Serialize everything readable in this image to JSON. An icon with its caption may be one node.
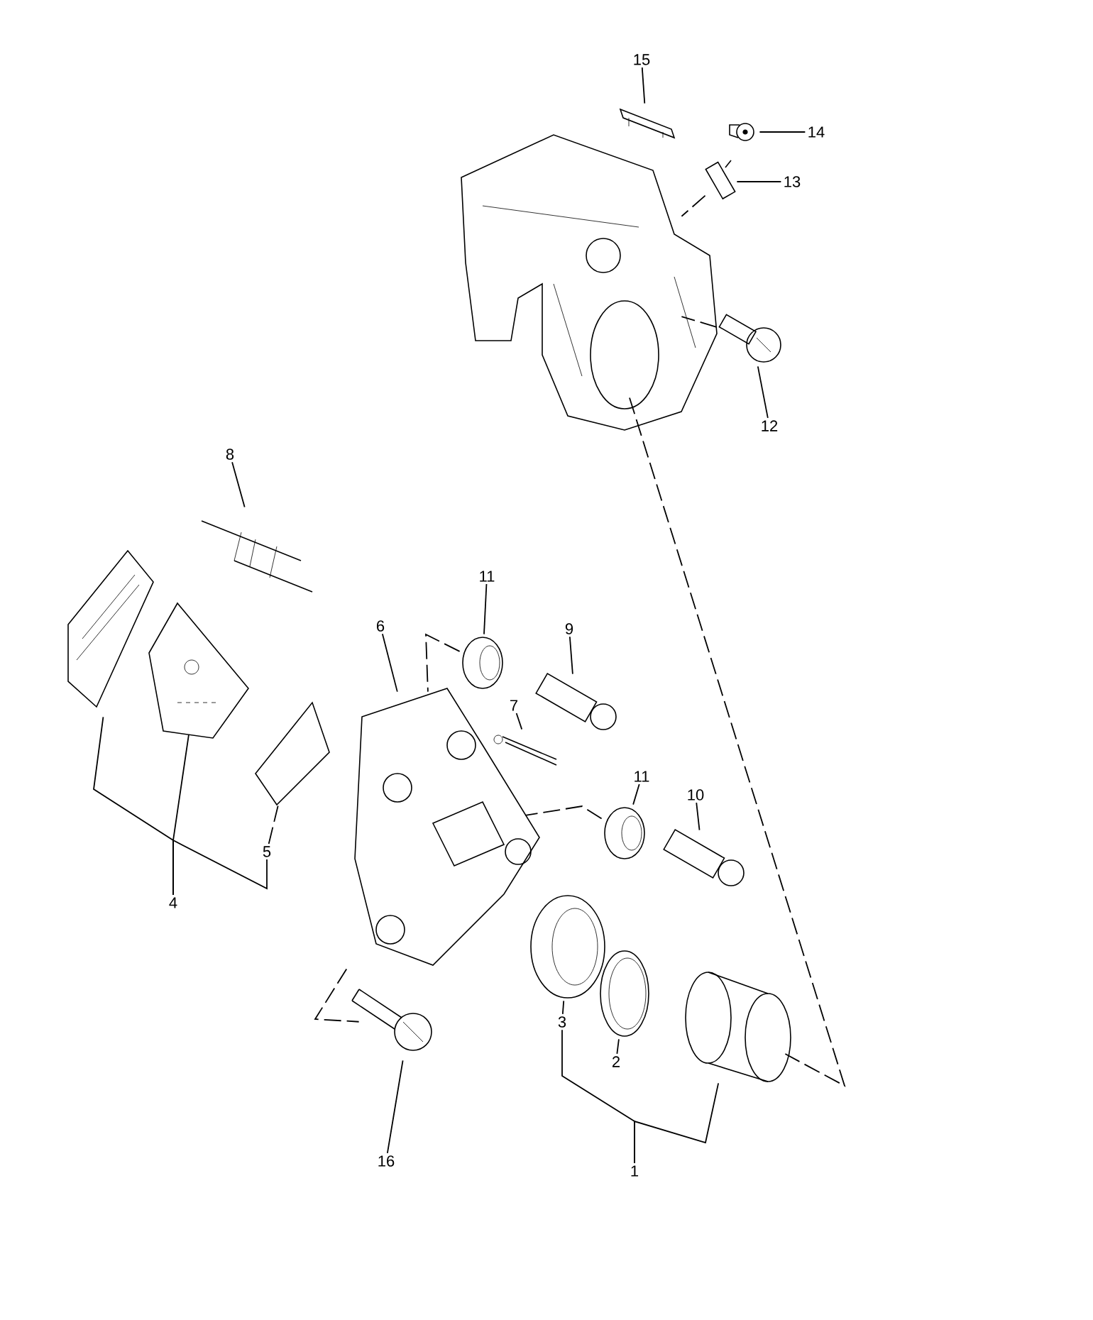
{
  "diagram": {
    "nodes": [
      {
        "text": [
          "15"
        ]
      },
      {
        "text": [
          "14"
        ]
      },
      {
        "text": [
          "13"
        ]
      },
      {
        "text": [
          "12"
        ]
      },
      {
        "text": [
          "8"
        ]
      },
      {
        "text": [
          "11"
        ]
      },
      {
        "text": [
          "6"
        ]
      },
      {
        "text": [
          "9"
        ]
      },
      {
        "text": [
          "7"
        ]
      },
      {
        "text": [
          "11"
        ]
      },
      {
        "text": [
          "10"
        ]
      },
      {
        "text": [
          "4"
        ]
      },
      {
        "text": [
          "5"
        ]
      },
      {
        "text": [
          "3"
        ]
      },
      {
        "text": [
          "2"
        ]
      },
      {
        "text": [
          "16"
        ]
      },
      {
        "text": [
          "1"
        ]
      },
      {
        "text": [],
        "shape": "picture"
      },
      {
        "text": [],
        "shape": "picture"
      },
      {
        "text": [],
        "shape": "picture"
      },
      {
        "text": [],
        "shape": "picture"
      },
      {
        "text": [],
        "shape": "picture"
      },
      {
        "text": [],
        "shape": "picture"
      },
      {
        "text": [],
        "shape": "picture"
      },
      {
        "text": [],
        "shape": "picture"
      },
      {
        "text": [],
        "shape": "picture"
      },
      {
        "text": [],
        "shape": "picture"
      },
      {
        "text": [],
        "shape": "picture"
      },
      {
        "text": [],
        "shape": "picture"
      },
      {
        "text": [],
        "shape": "picture"
      },
      {
        "text": [],
        "shape": "picture"
      },
      {
        "text": [],
        "shape": "picture"
      },
      {
        "text": [],
        "shape": "picture"
      },
      {
        "text": [],
        "shape": "picture"
      },
      {
        "text": [],
        "shape": "picture"
      },
      {
        "text": [],
        "shape": "picture"
      }
    ],
    "edges": [
      {
        "from": 0,
        "to": 19,
        "arrow": "none"
      },
      {
        "from": 1,
        "to": 20,
        "arrow": "none"
      },
      {
        "from": 2,
        "to": 21,
        "arrow": "none"
      },
      {
        "from": 3,
        "to": 22,
        "arrow": "none"
      },
      {
        "from": 4,
        "to": 17,
        "arrow": "none"
      },
      {
        "from": 5,
        "to": 27,
        "arrow": "none"
      },
      {
        "from": 6,
        "to": 26,
        "arrow": "none"
      },
      {
        "from": 7,
        "to": 28,
        "arrow": "none"
      },
      {
        "from": 8,
        "to": 29,
        "arrow": "none"
      },
      {
        "from": 9,
        "to": 30,
        "arrow": "none"
      },
      {
        "from": 10,
        "to": 31,
        "arrow": "none"
      },
      {
        "from": 11,
        "to": 23,
        "arrow": "none"
      },
      {
        "from": 11,
        "to": 24,
        "arrow": "none"
      },
      {
        "from": 11,
        "to": 12,
        "arrow": "none"
      },
      {
        "from": 12,
        "to": 25,
        "arrow": "none",
        "style": "dashed"
      },
      {
        "from": 13,
        "to": 32,
        "arrow": "none"
      },
      {
        "from": 14,
        "to": 33,
        "arrow": "none"
      },
      {
        "from": 15,
        "to": 35,
        "arrow": "none"
      },
      {
        "from": 16,
        "to": 13,
        "arrow": "none"
      },
      {
        "from": 16,
        "to": 34,
        "arrow": "none"
      },
      {
        "from": 18,
        "to": 34,
        "arrow": "none",
        "style": "dashed"
      },
      {
        "from": 26,
        "to": 35,
        "arrow": "none",
        "style": "dashed"
      },
      {
        "from": 27,
        "to": 26,
        "arrow": "none",
        "style": "dashed"
      },
      {
        "from": 30,
        "to": 26,
        "arrow": "none",
        "style": "dashed"
      },
      {
        "from": 21,
        "to": 18,
        "arrow": "none",
        "style": "dashed"
      },
      {
        "from": 22,
        "to": 18,
        "arrow": "none",
        "style": "dashed"
      }
    ]
  }
}
